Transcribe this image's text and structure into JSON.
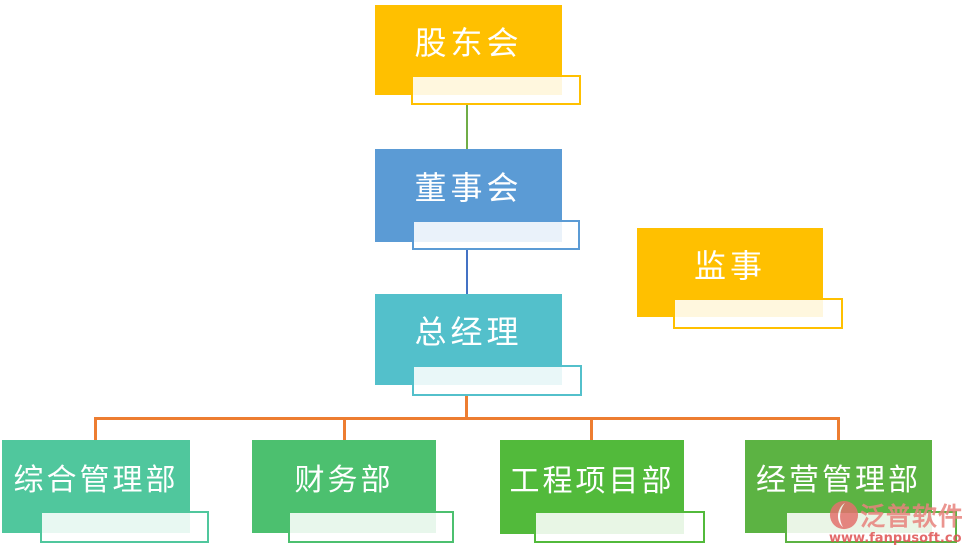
{
  "diagram": {
    "type": "org-chart",
    "nodes": {
      "shareholders": {
        "label": "股东会",
        "color": "#FFC000"
      },
      "board": {
        "label": "董事会",
        "color": "#5B9BD5"
      },
      "supervisor": {
        "label": "监事",
        "color": "#FFC000"
      },
      "general_manager": {
        "label": "总经理",
        "color": "#53C0CB"
      },
      "dept_admin": {
        "label": "综合管理部",
        "color": "#50C79D"
      },
      "dept_finance": {
        "label": "财务部",
        "color": "#4CC06F"
      },
      "dept_engineering": {
        "label": "工程项目部",
        "color": "#52BA3B"
      },
      "dept_operations": {
        "label": "经营管理部",
        "color": "#5CB343"
      }
    },
    "edges": [
      {
        "from": "股东会",
        "to": "董事会",
        "color": "#70AD47"
      },
      {
        "from": "董事会",
        "to": "总经理",
        "color": "#4472C4"
      },
      {
        "from": "总经理",
        "to": "综合管理部",
        "color": "#ED7D31"
      },
      {
        "from": "总经理",
        "to": "财务部",
        "color": "#ED7D31"
      },
      {
        "from": "总经理",
        "to": "工程项目部",
        "color": "#ED7D31"
      },
      {
        "from": "总经理",
        "to": "经营管理部",
        "color": "#ED7D31"
      }
    ]
  },
  "colors": {
    "gold": "#FFC000",
    "blue": "#5B9BD5",
    "teal": "#53C0CB",
    "green_teal": "#50C79D",
    "green_mid": "#4CC06F",
    "green_bright": "#52BA3B",
    "green_olive": "#5CB343",
    "line_green": "#70AD47",
    "line_blue": "#4472C4",
    "line_orange": "#ED7D31",
    "watermark_pink": "#E8837D",
    "watermark_red": "#DF5151",
    "background": "#FFFFFF"
  },
  "watermark": {
    "brand": "泛普软件",
    "url": "www.fanpusoft.com"
  }
}
